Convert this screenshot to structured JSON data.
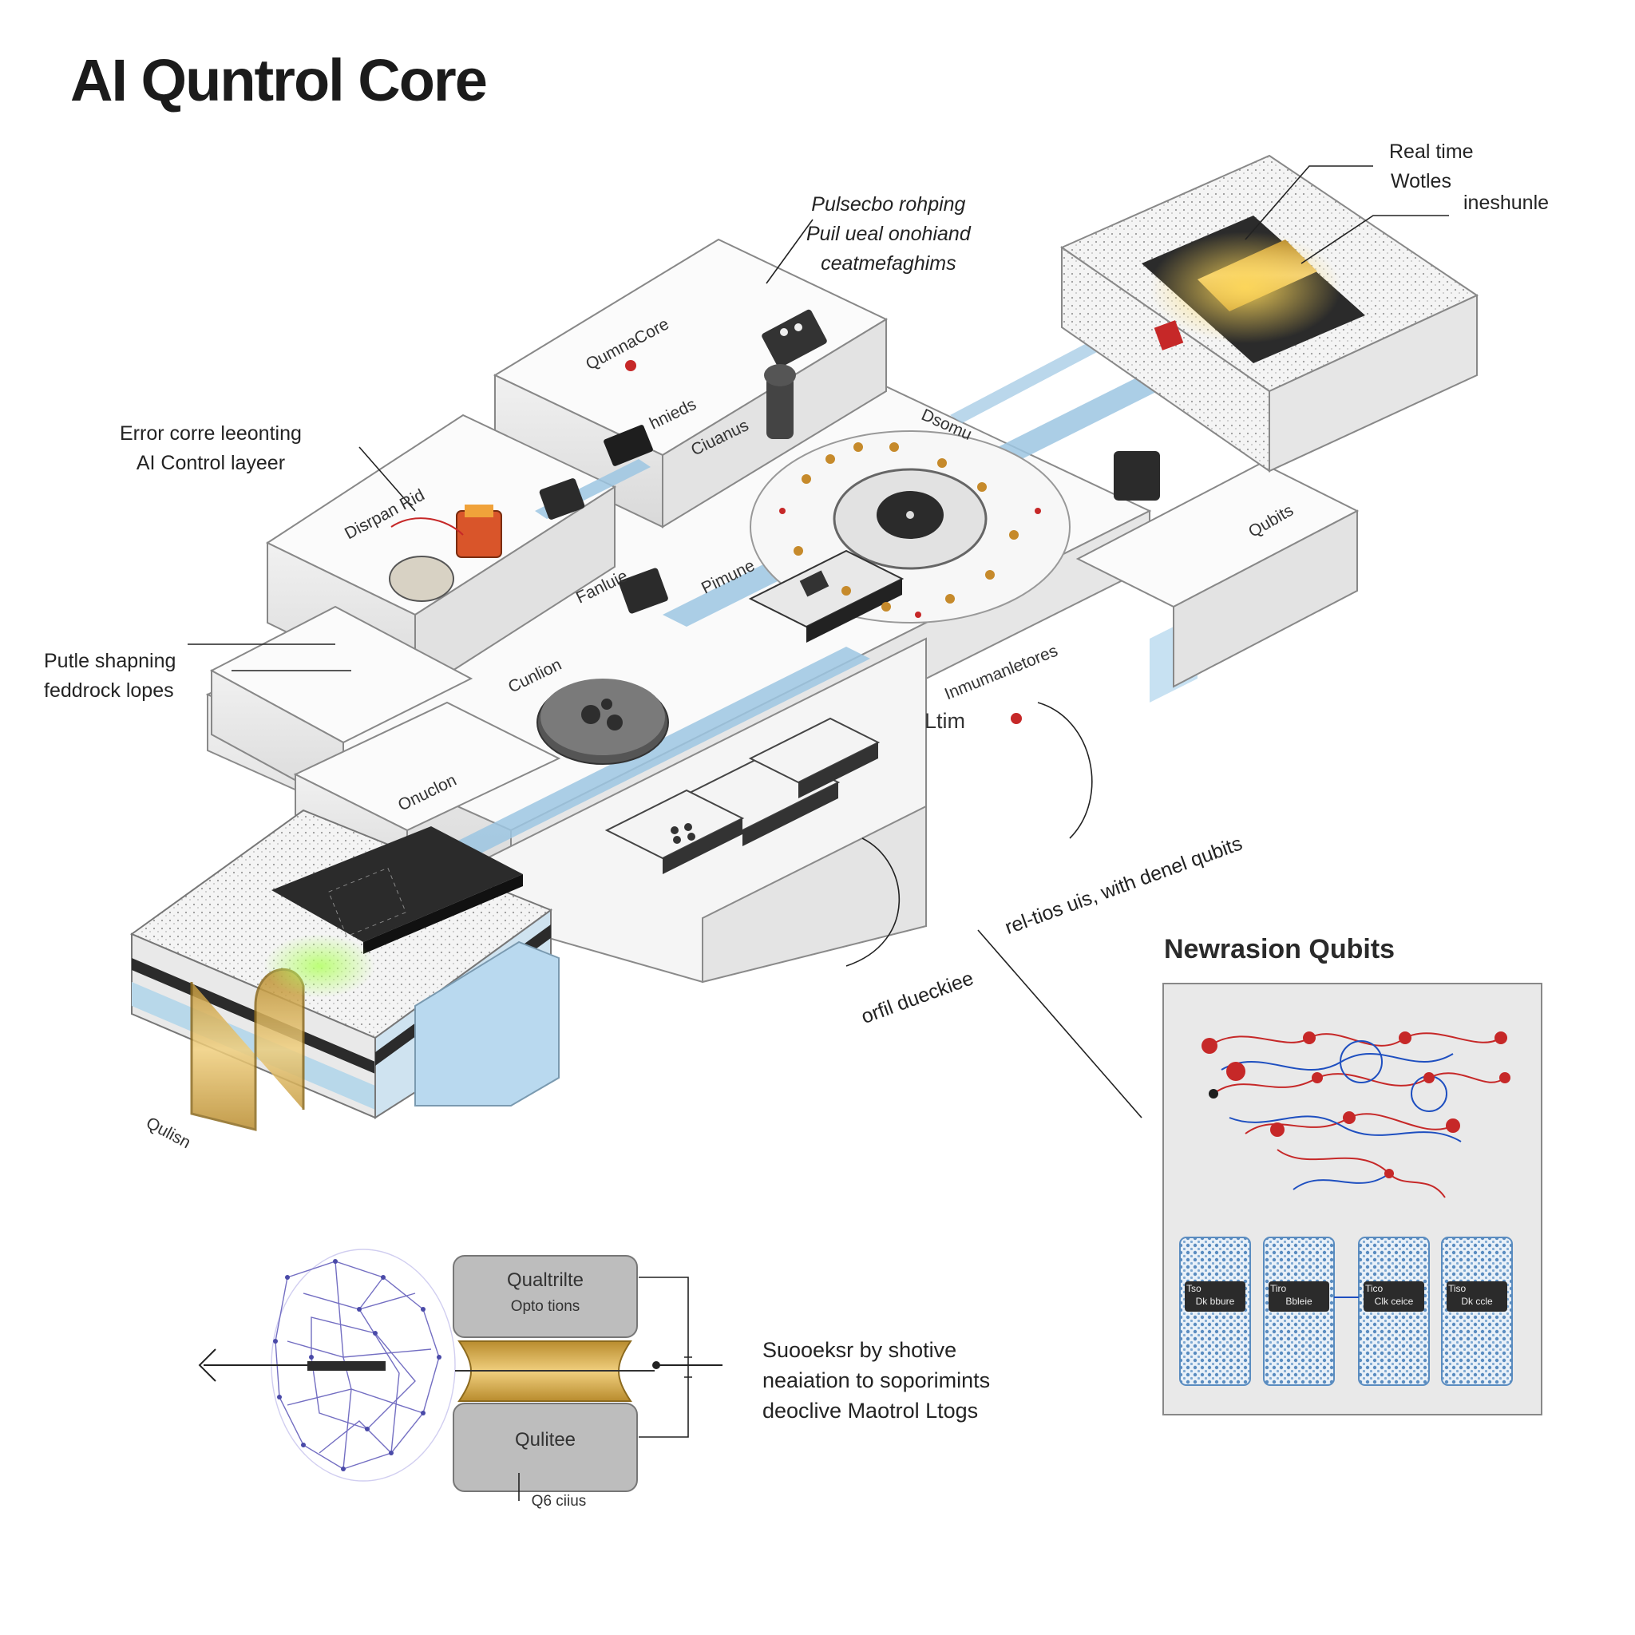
{
  "title": "AI Quntrol Core",
  "callouts": {
    "pulse_top": [
      "Pulsecbo rohping",
      "Puil ueal onohiand",
      "ceatmefaghims"
    ],
    "real_time": [
      "Real time",
      "Wotles"
    ],
    "ineshunle": "ineshunle",
    "error_layer": [
      "Error corre leeonting",
      "AI Control layeer"
    ],
    "pulse_shaping": [
      "Putle shapning",
      "feddrock lopes"
    ],
    "rel_tics": "rel-tios uis, with denel qubits",
    "orfil": "orfil dueckiee",
    "bottom_note": [
      "Suooeksr by shotive",
      "neaiation to soporimints",
      "deoclive Maotrol Ltogs"
    ]
  },
  "blocks": {
    "qumnacore": "QumnaCore",
    "dispan_rid": "Disrpan Rid",
    "fanluie": "Fanluie",
    "cunlion": "Cunlion",
    "pimune": "Pimune",
    "dsomu": "Dsomu",
    "qubits": "Qubits",
    "ltim": "Ltim",
    "inmunerlores": "Inmumanletores",
    "hnieds": "hnieds",
    "ciuanus": "Ciuanus",
    "onuclon": "Onuclon",
    "qulisn": "Qulisn"
  },
  "cap_diagram": {
    "top_label": "Qualtrilte",
    "top_sub": "Opto tions",
    "bottom_label": "Qulitee",
    "foot": "Q6 ciius"
  },
  "panel": {
    "title": "Newrasion Qubits",
    "modules": [
      {
        "line1": "Tso",
        "line2": "Dk bbure"
      },
      {
        "line1": "Tiro",
        "line2": "Bbleie"
      },
      {
        "line1": "Tico",
        "line2": "Clk ceice"
      },
      {
        "line1": "Tiso",
        "line2": "Dk ccle"
      }
    ]
  },
  "colors": {
    "accent_red": "#c62828",
    "accent_blue": "#1e4fc0",
    "gold": "#d9a441",
    "channel_blue": "#9cc6e2",
    "chip_black": "#2b2b2b"
  }
}
